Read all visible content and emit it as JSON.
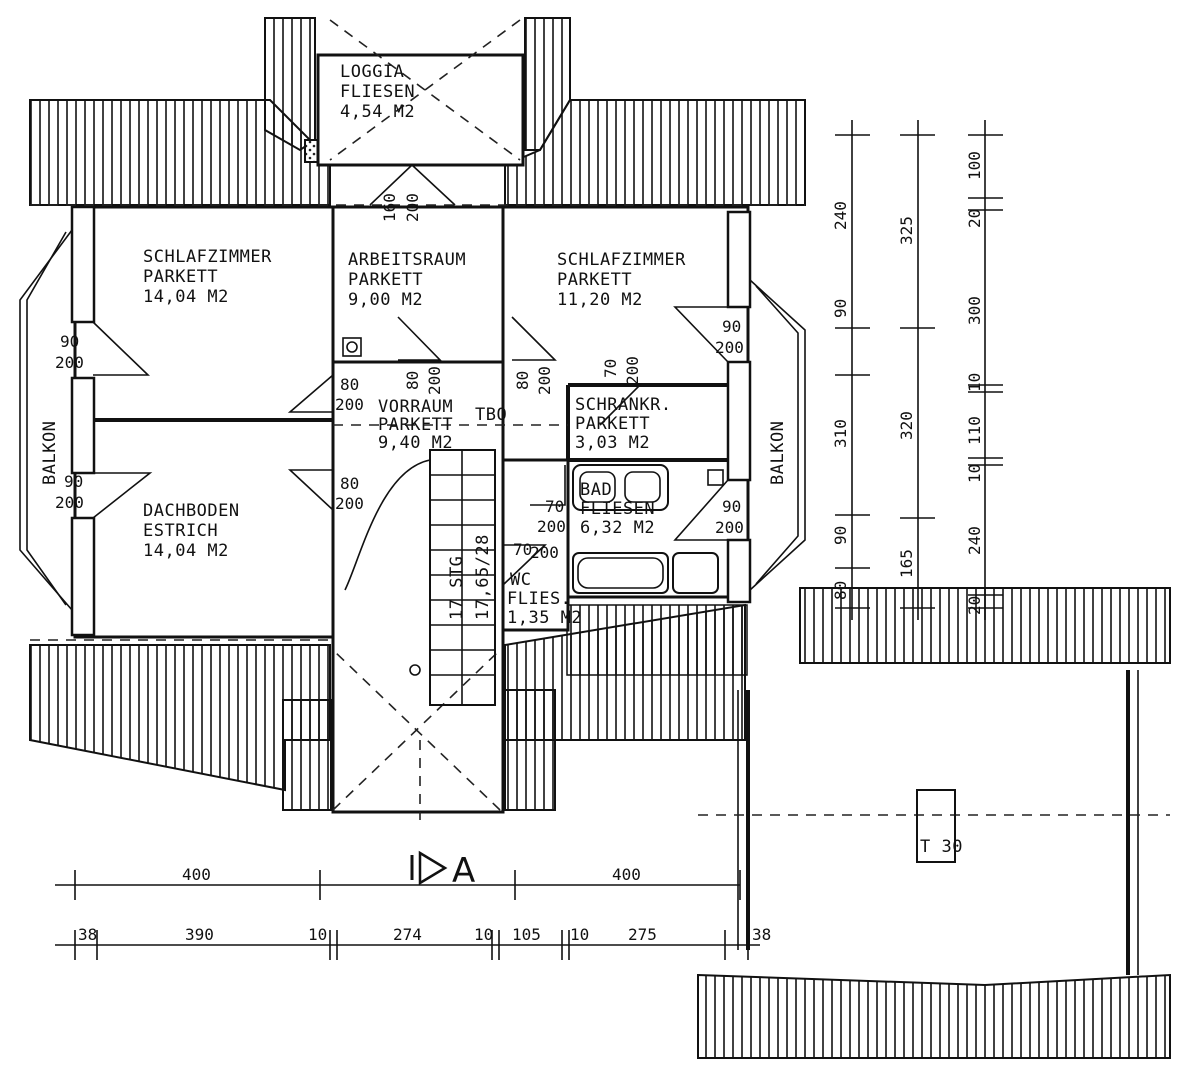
{
  "rooms": {
    "loggia": {
      "name": "LOGGIA",
      "floor": "FLIESEN",
      "area": "4,54 M2"
    },
    "schlafzimmer_left": {
      "name": "SCHLAFZIMMER",
      "floor": "PARKETT",
      "area": "14,04 M2"
    },
    "arbeitsraum": {
      "name": "ARBEITSRAUM",
      "floor": "PARKETT",
      "area": "9,00 M2"
    },
    "schlafzimmer_right": {
      "name": "SCHLAFZIMMER",
      "floor": "PARKETT",
      "area": "11,20 M2"
    },
    "vorraum": {
      "name": "VORRAUM",
      "floor": "PARKETT",
      "area": "9,40 M2"
    },
    "schrankr": {
      "name": "SCHRANKR.",
      "floor": "PARKETT",
      "area": "3,03 M2"
    },
    "dachboden": {
      "name": "DACHBODEN",
      "floor": "ESTRICH",
      "area": "14,04 M2"
    },
    "bad": {
      "name": "BAD",
      "floor": "FLIESEN",
      "area": "6,32 M2"
    },
    "wc": {
      "name": "WC",
      "floor": "FLIES.",
      "area": "1,35 M2"
    }
  },
  "labels": {
    "balkon_left": "BALKON",
    "balkon_right": "BALKON",
    "stairs": "17 STG",
    "stairs_ratio": "17,65/28",
    "tbo": "TBO",
    "t30": "T 30",
    "section": "A"
  },
  "openings": {
    "loggia_top": "160",
    "loggia_bottom": "200",
    "left_a_top": "90",
    "left_a_bottom": "200",
    "left_b_top": "90",
    "left_b_bottom": "200",
    "right_a_top": "90",
    "right_a_bottom": "200",
    "right_b_top": "90",
    "right_b_bottom": "200",
    "vor_left_top": "80",
    "vor_left_bottom": "200",
    "dach_top": "80",
    "dach_bottom": "200",
    "arbeit_top": "80",
    "arbeit_bottom": "200",
    "vor_right_top": "80",
    "vor_right_bottom": "200",
    "schrank_top": "70",
    "schrank_bottom": "200",
    "bad_top": "70",
    "bad_bottom": "200",
    "wc_top": "70",
    "wc_bottom": "200"
  },
  "dims_bottom": {
    "top_left": "400",
    "top_right": "400",
    "b1": "38",
    "b2": "390",
    "b3": "10",
    "b4": "274",
    "b5": "10",
    "b6": "105",
    "b7": "10",
    "b8": "275",
    "b9": "38"
  },
  "dims_right": {
    "c1_1": "240",
    "c1_2": "90",
    "c1_3": "310",
    "c1_4": "90",
    "c1_5": "80",
    "c2_1": "325",
    "c2_2": "320",
    "c2_3": "165",
    "c3_1": "100",
    "c3_2": "20",
    "c3_3": "300",
    "c3_4": "10",
    "c3_5": "110",
    "c3_6": "10",
    "c3_7": "240",
    "c3_8": "20"
  }
}
